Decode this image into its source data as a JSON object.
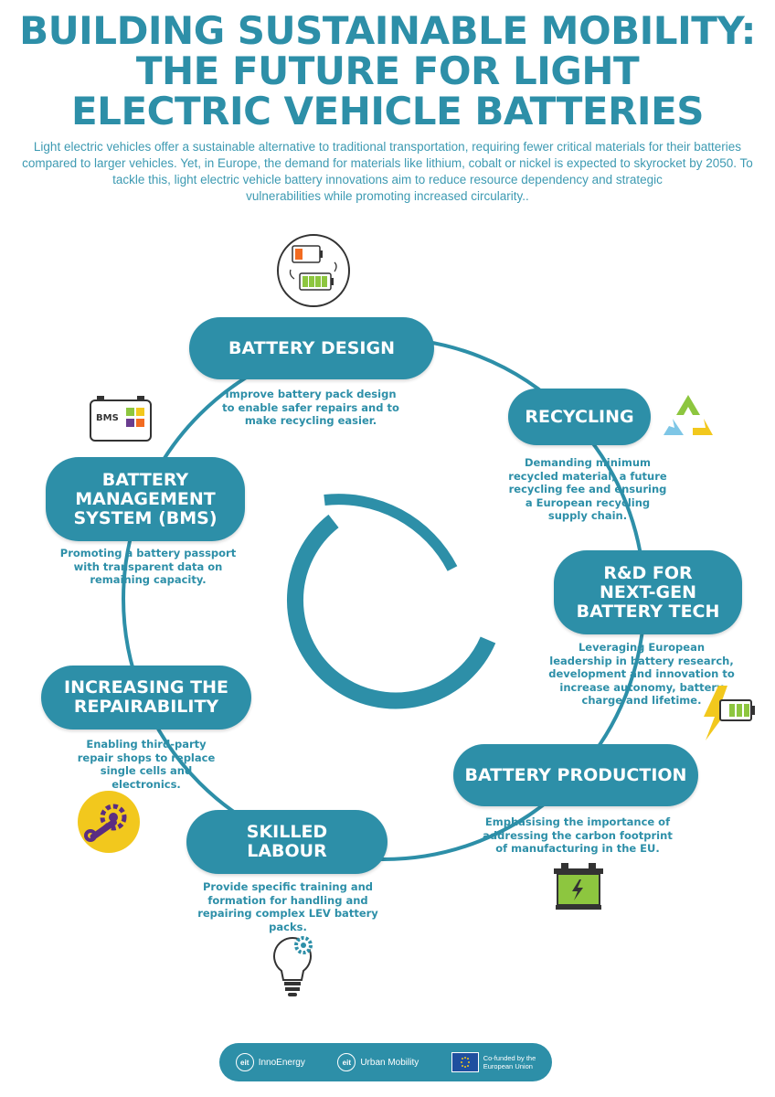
{
  "title": {
    "line1": "BUILDING SUSTAINABLE MOBILITY:",
    "line2": "THE FUTURE FOR LIGHT",
    "line3": "ELECTRIC VEHICLE BATTERIES"
  },
  "intro": {
    "line1": "Light electric vehicles offer a sustainable alternative to traditional transportation, requiring fewer critical materials for their batteries",
    "line2": "compared to larger vehicles. Yet, in Europe, the demand for materials like lithium, cobalt or nickel is expected to skyrocket by 2050. To",
    "line3": "tackle this, light electric vehicle battery innovations aim to reduce resource dependency and strategic",
    "line4": "vulnerabilities while promoting increased circularity.."
  },
  "stages": {
    "battery_design": {
      "title": [
        "BATTERY DESIGN"
      ],
      "desc": [
        "Improve battery pack design",
        "to enable safer repairs and to",
        "make recycling easier."
      ],
      "icon": "battery-charging-icon"
    },
    "recycling": {
      "title": [
        "RECYCLING"
      ],
      "desc": [
        "Demanding minimum",
        "recycled material, a future",
        "recycling fee and ensuring",
        "a European recycling",
        "supply chain."
      ],
      "icon": "recycle-icon"
    },
    "rnd": {
      "title": [
        "R&D FOR",
        "NEXT-GEN",
        "BATTERY TECH"
      ],
      "desc": [
        "Leveraging European",
        "leadership in battery research,",
        "development and innovation to",
        "increase autonomy, battery",
        "charge and lifetime."
      ],
      "icon": "lightning-battery-icon"
    },
    "production": {
      "title": [
        "BATTERY PRODUCTION"
      ],
      "desc": [
        "Emphasising the importance of",
        "addressing the carbon footprint",
        "of manufacturing in the EU."
      ],
      "icon": "car-battery-icon"
    },
    "skilled_labour": {
      "title": [
        "SKILLED",
        "LABOUR"
      ],
      "desc": [
        "Provide specific training and",
        "formation for handling and",
        "repairing complex LEV battery",
        "packs."
      ],
      "icon": "lightbulb-gear-icon"
    },
    "repairability": {
      "title": [
        "INCREASING THE",
        "REPAIRABILITY"
      ],
      "desc": [
        "Enabling third-party",
        "repair shops to replace",
        "single cells and",
        "electronics."
      ],
      "icon": "wrench-gear-icon"
    },
    "bms": {
      "title": [
        "BATTERY",
        "MANAGEMENT",
        "SYSTEM (BMS)"
      ],
      "desc": [
        "Promoting a battery passport",
        "with transparent data on",
        "remaining capacity."
      ],
      "icon": "bms-chip-icon",
      "chip_label": "BMS"
    }
  },
  "footer": {
    "eit_mark": "eit",
    "logo1": "InnoEnergy",
    "logo2": "Urban Mobility",
    "eu_line1": "Co-funded by the",
    "eu_line2": "European Union"
  },
  "colors": {
    "primary": "#2d8fa8",
    "accent_yellow": "#f2c81d",
    "accent_green": "#8dc63f",
    "accent_orange": "#f26b21"
  }
}
